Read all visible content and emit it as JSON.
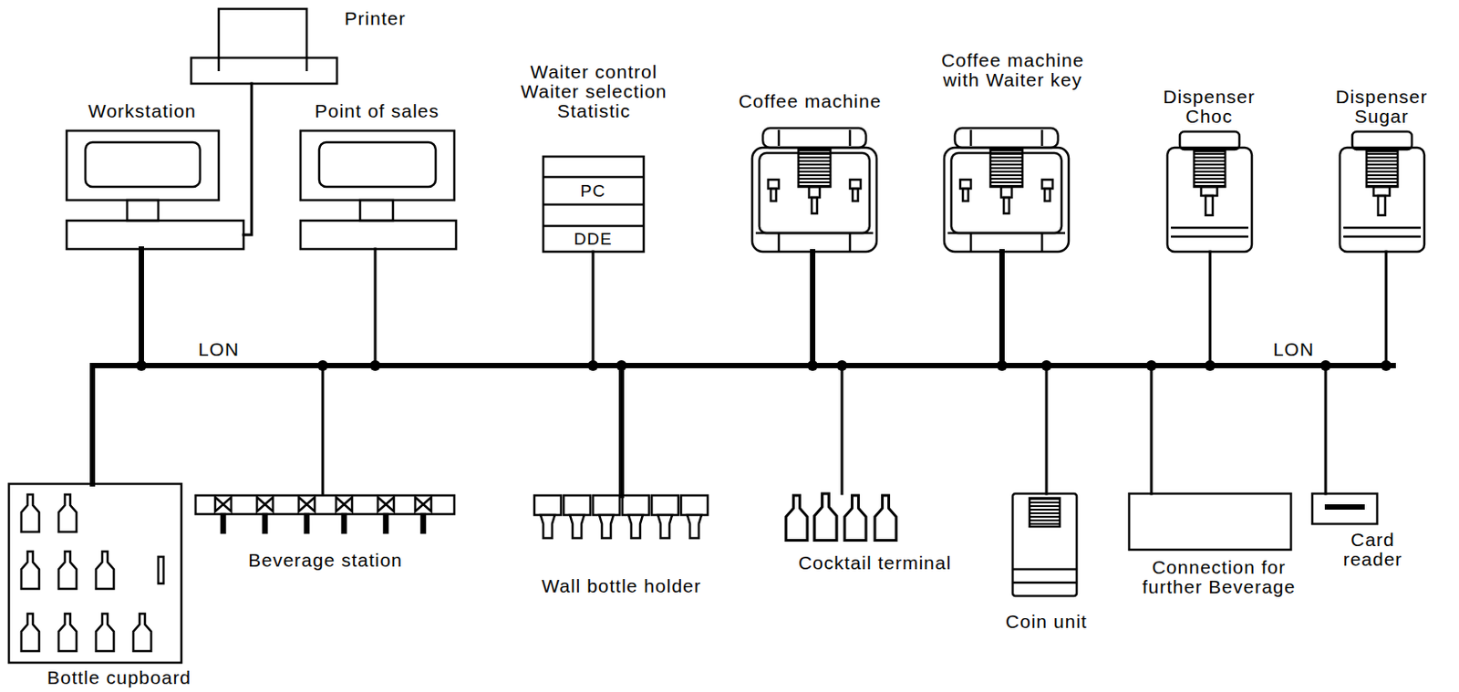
{
  "diagram": {
    "nodes": [
      {
        "text": [
          "Printer"
        ]
      },
      {
        "text": [
          "Workstation"
        ]
      },
      {
        "text": [
          "Point of sales"
        ]
      },
      {
        "text": [
          "Waiter control Waiter selection Statistic",
          "PC",
          "DDE"
        ]
      },
      {
        "text": [
          "Coffee machine"
        ]
      },
      {
        "text": [
          "Coffee machine with Waiter key"
        ]
      },
      {
        "text": [
          "Dispenser Choc"
        ]
      },
      {
        "text": [
          "Dispenser Sugar"
        ]
      },
      {
        "text": [
          "LON",
          "LON"
        ]
      },
      {
        "text": [
          "Bottle cupboard"
        ]
      },
      {
        "text": [
          "Beverage station"
        ]
      },
      {
        "text": [
          "Wall bottle holder"
        ]
      },
      {
        "text": [
          "Cocktail terminal"
        ]
      },
      {
        "text": [
          "Coin unit"
        ]
      },
      {
        "text": [
          "Connection for further Beverage"
        ]
      },
      {
        "text": [
          "Card reader"
        ]
      }
    ],
    "edges": [
      {
        "from": 0,
        "to": 1,
        "arrow": "none"
      },
      {
        "from": 1,
        "to": 8,
        "arrow": "none"
      },
      {
        "from": 2,
        "to": 8,
        "arrow": "none"
      },
      {
        "from": 3,
        "to": 8,
        "arrow": "none"
      },
      {
        "from": 4,
        "to": 8,
        "arrow": "none"
      },
      {
        "from": 5,
        "to": 8,
        "arrow": "none"
      },
      {
        "from": 6,
        "to": 8,
        "arrow": "none"
      },
      {
        "from": 7,
        "to": 8,
        "arrow": "none"
      },
      {
        "from": 9,
        "to": 8,
        "arrow": "none"
      },
      {
        "from": 10,
        "to": 8,
        "arrow": "none"
      },
      {
        "from": 11,
        "to": 8,
        "arrow": "none"
      },
      {
        "from": 12,
        "to": 8,
        "arrow": "none"
      },
      {
        "from": 13,
        "to": 8,
        "arrow": "none"
      },
      {
        "from": 14,
        "to": 8,
        "arrow": "none"
      },
      {
        "from": 15,
        "to": 8,
        "arrow": "none"
      }
    ]
  }
}
